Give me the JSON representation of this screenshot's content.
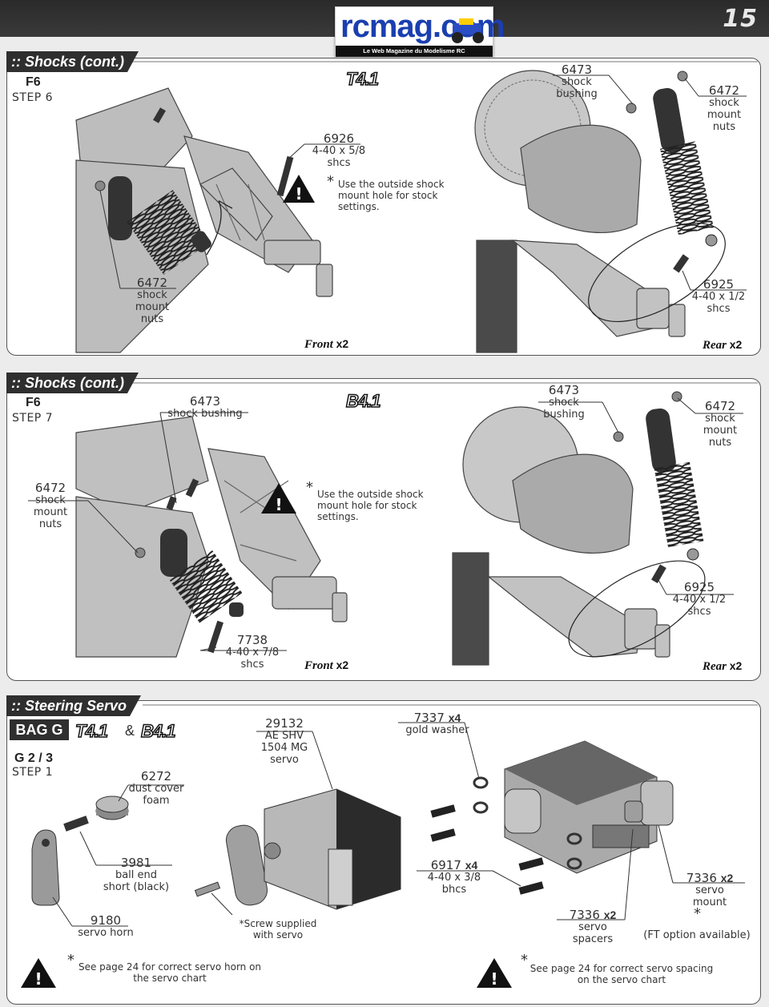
{
  "page_number": "15",
  "logo": {
    "text": "rcmag.com",
    "tagline": "Le Web Magazine du Modelisme RC"
  },
  "sections": [
    {
      "title": ":: Shocks (cont.)",
      "step_code": "F6",
      "step_label": "STEP 6",
      "model_badge": "T4.1",
      "note": "Use the outside shock mount hole for stock settings.",
      "front": {
        "label": "Front",
        "qty": "x2"
      },
      "rear": {
        "label": "Rear",
        "qty": "x2"
      },
      "parts": [
        {
          "number": "6926",
          "desc1": "4-40 x 5/8",
          "desc2": "shcs",
          "desc3": ""
        },
        {
          "number": "6472",
          "desc1": "shock",
          "desc2": "mount",
          "desc3": "nuts"
        },
        {
          "number": "6473",
          "desc1": "shock",
          "desc2": "bushing",
          "desc3": ""
        },
        {
          "number": "6472",
          "desc1": "shock",
          "desc2": "mount",
          "desc3": "nuts"
        },
        {
          "number": "6925",
          "desc1": "4-40 x 1/2",
          "desc2": "shcs",
          "desc3": ""
        }
      ]
    },
    {
      "title": ":: Shocks (cont.)",
      "step_code": "F6",
      "step_label": "STEP 7",
      "model_badge": "B4.1",
      "note": "Use the outside shock mount hole for stock settings.",
      "front": {
        "label": "Front",
        "qty": "x2"
      },
      "rear": {
        "label": "Rear",
        "qty": "x2"
      },
      "parts": [
        {
          "number": "6473",
          "desc1": "shock bushing",
          "desc2": "",
          "desc3": ""
        },
        {
          "number": "6472",
          "desc1": "shock",
          "desc2": "mount",
          "desc3": "nuts"
        },
        {
          "number": "7738",
          "desc1": "4-40 x 7/8",
          "desc2": "shcs",
          "desc3": ""
        },
        {
          "number": "6473",
          "desc1": "shock",
          "desc2": "bushing",
          "desc3": ""
        },
        {
          "number": "6472",
          "desc1": "shock",
          "desc2": "mount",
          "desc3": "nuts"
        },
        {
          "number": "6925",
          "desc1": "4-40 x 1/2",
          "desc2": "shcs",
          "desc3": ""
        }
      ]
    },
    {
      "title": ":: Steering Servo",
      "bag": "BAG G",
      "badge1": "T4.1",
      "amp": "&",
      "badge2": "B4.1",
      "step_code": "G 2 / 3",
      "step_label": "STEP 1",
      "parts": [
        {
          "number": "6272",
          "desc1": "dust cover",
          "desc2": "foam",
          "desc3": "",
          "qty": ""
        },
        {
          "number": "29132",
          "desc1": "AE SHV",
          "desc2": "1504 MG",
          "desc3": "servo",
          "qty": ""
        },
        {
          "number": "7337",
          "desc1": "gold washer",
          "desc2": "",
          "desc3": "",
          "qty": "x4"
        },
        {
          "number": "3981",
          "desc1": "ball end",
          "desc2": "short (black)",
          "desc3": "",
          "qty": ""
        },
        {
          "number": "6917",
          "desc1": "4-40 x 3/8",
          "desc2": "bhcs",
          "desc3": "",
          "qty": "x4"
        },
        {
          "number": "9180",
          "desc1": "servo horn",
          "desc2": "",
          "desc3": "",
          "qty": ""
        },
        {
          "number": "7336",
          "desc1": "servo",
          "desc2": "spacers",
          "desc3": "",
          "qty": "x2"
        },
        {
          "number": "7336",
          "desc1": "servo",
          "desc2": "mount",
          "desc3": "",
          "qty": "x2"
        }
      ],
      "screw_note": "*Screw supplied with servo",
      "ft_note": "(FT option available)",
      "warning_left": "See page 24 for correct servo horn on the servo chart",
      "warning_right": "See page 24 for correct servo spacing on the servo chart"
    }
  ]
}
